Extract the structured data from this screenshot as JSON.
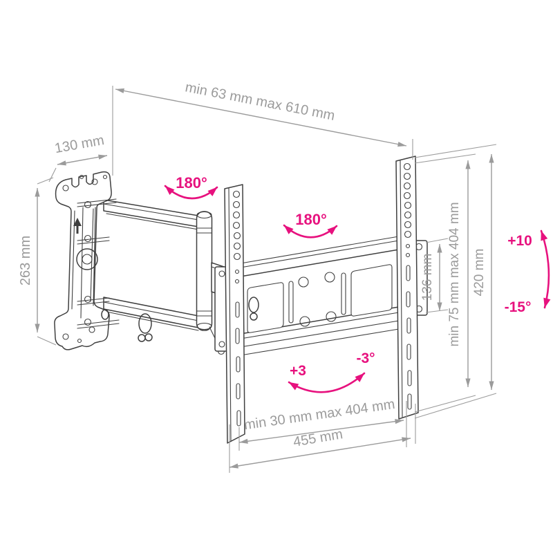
{
  "meta": {
    "title": "Articulating TV wall mount — dimensional technical drawing",
    "drawing_style": "isometric line art"
  },
  "colors": {
    "background": "#ffffff",
    "line_art": "#3f3f3f",
    "dimension": "#9b9b9b",
    "accent": "#e7117e"
  },
  "annotations": {
    "dimensions": {
      "arm_extension": "min 63 mm max 610 mm",
      "wall_plate_width": "130 mm",
      "wall_plate_height": "263 mm",
      "adapter_plate_height": "136 mm",
      "vesa_height_range": "min 75 mm max 404 mm",
      "rail_height": "420 mm",
      "vesa_width_range": "min 30 mm max 404 mm",
      "rail_span": "455 mm"
    },
    "angles": {
      "arm_swivel": "180°",
      "plate_swivel": "180°",
      "tilt_up": "+10",
      "tilt_down": "-15°",
      "level_left": "+3",
      "level_right": "-3°"
    }
  }
}
